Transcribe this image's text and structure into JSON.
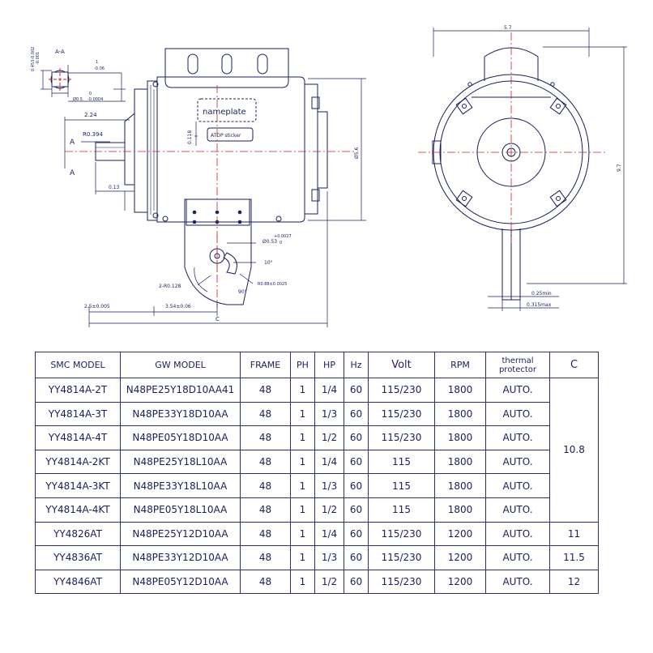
{
  "drawing": {
    "section_label": "A-A",
    "dim_shaft_dia_tol": "0.453-0.002",
    "dim_shaft_dia_tol_top": "-0.001",
    "dim_flat_width": "1",
    "dim_flat_width_tol": "-0.06",
    "dim_flat_zero": "0",
    "dim_flat_hole": "Ø0.5",
    "dim_flat_hole_tol": "-0.0004",
    "dim_shaft_len": "2.24",
    "dim_radius": "R0.394",
    "section_a_top": "A",
    "section_a_bottom": "A",
    "dim_shoulder": "0.13",
    "nameplate": "nameplate",
    "atop_sticker": "ATOP sticker",
    "dim_sticker": "0.118",
    "dim_body_dia": "Ø5.6",
    "dim_hole_dia": "Ø0.53",
    "dim_hole_tol_top": "+0.0027",
    "dim_hole_tol_bottom": "0",
    "dim_slot_angle": "10°",
    "dim_bottom_angle": "90°",
    "dim_slot_radius": "2-R0.128",
    "dim_r_small": "R0.88±0.0025",
    "dim_base_left": "2.5±0.005",
    "dim_base_mid": "3.54±0.06",
    "dim_overall": "C",
    "dim_end_width": "5.7",
    "dim_end_height": "9.7",
    "dim_foot_min": "0.25min",
    "dim_foot_max": "0.315max"
  },
  "table": {
    "headers": {
      "smc_model": "SMC MODEL",
      "gw_model": "GW MODEL",
      "frame": "FRAME",
      "ph": "PH",
      "hp": "HP",
      "hz": "Hz",
      "volt": "Volt",
      "rpm": "RPM",
      "thermal_line1": "thermal",
      "thermal_line2": "protector",
      "c": "C"
    },
    "rows": [
      {
        "smc": "YY4814A-2T",
        "gw": "N48PE25Y18D10AA41",
        "frame": "48",
        "ph": "1",
        "hp": "1/4",
        "hz": "60",
        "volt": "115/230",
        "rpm": "1800",
        "thermal": "AUTO."
      },
      {
        "smc": "YY4814A-3T",
        "gw": "N48PE33Y18D10AA",
        "frame": "48",
        "ph": "1",
        "hp": "1/3",
        "hz": "60",
        "volt": "115/230",
        "rpm": "1800",
        "thermal": "AUTO."
      },
      {
        "smc": "YY4814A-4T",
        "gw": "N48PE05Y18D10AA",
        "frame": "48",
        "ph": "1",
        "hp": "1/2",
        "hz": "60",
        "volt": "115/230",
        "rpm": "1800",
        "thermal": "AUTO."
      },
      {
        "smc": "YY4814A-2KT",
        "gw": "N48PE25Y18L10AA",
        "frame": "48",
        "ph": "1",
        "hp": "1/4",
        "hz": "60",
        "volt": "115",
        "rpm": "1800",
        "thermal": "AUTO."
      },
      {
        "smc": "YY4814A-3KT",
        "gw": "N48PE33Y18L10AA",
        "frame": "48",
        "ph": "1",
        "hp": "1/3",
        "hz": "60",
        "volt": "115",
        "rpm": "1800",
        "thermal": "AUTO."
      },
      {
        "smc": "YY4814A-4KT",
        "gw": "N48PE05Y18L10AA",
        "frame": "48",
        "ph": "1",
        "hp": "1/2",
        "hz": "60",
        "volt": "115",
        "rpm": "1800",
        "thermal": "AUTO."
      },
      {
        "smc": "YY4826AT",
        "gw": "N48PE25Y12D10AA",
        "frame": "48",
        "ph": "1",
        "hp": "1/4",
        "hz": "60",
        "volt": "115/230",
        "rpm": "1200",
        "thermal": "AUTO."
      },
      {
        "smc": "YY4836AT",
        "gw": "N48PE33Y12D10AA",
        "frame": "48",
        "ph": "1",
        "hp": "1/3",
        "hz": "60",
        "volt": "115/230",
        "rpm": "1200",
        "thermal": "AUTO."
      },
      {
        "smc": "YY4846AT",
        "gw": "N48PE05Y12D10AA",
        "frame": "48",
        "ph": "1",
        "hp": "1/2",
        "hz": "60",
        "volt": "115/230",
        "rpm": "1200",
        "thermal": "AUTO."
      }
    ],
    "c_values": {
      "group": "10.8",
      "row7": "11",
      "row8": "11.5",
      "row9": "12"
    }
  },
  "colors": {
    "line": "#1a1f5c",
    "center": "#cc2222",
    "paper": "#ffffff"
  }
}
